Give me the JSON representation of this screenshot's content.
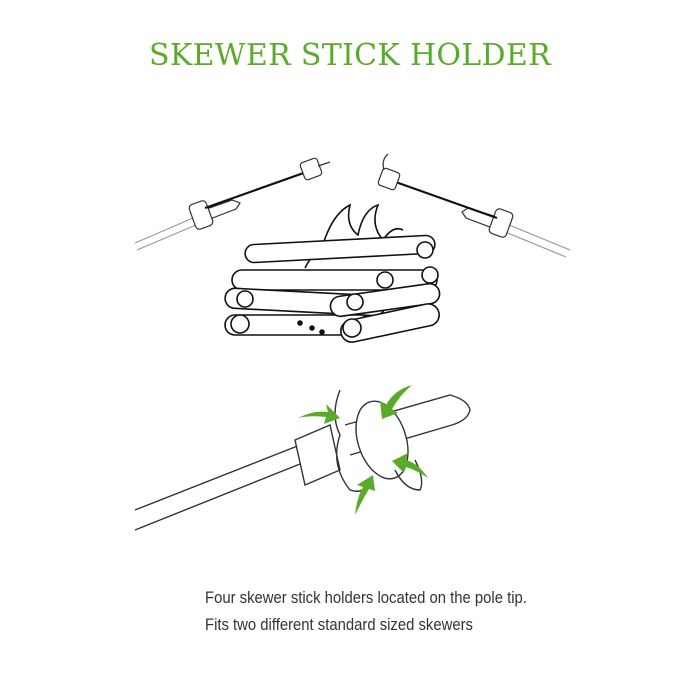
{
  "title": "SKEWER STICK HOLDER",
  "caption": {
    "line1": "Four skewer stick holders located on the pole tip.",
    "line2": "Fits two different standard sized skewers"
  },
  "colors": {
    "title": "#5aab2a",
    "arrows": "#5aab2a",
    "text": "#333333",
    "line": "#222222"
  },
  "illustrations": {
    "campfire": "campfire-with-roasting-marshmallows",
    "detail": "pole-tip-skewer-holder-closeup",
    "arrow_count": 4
  }
}
